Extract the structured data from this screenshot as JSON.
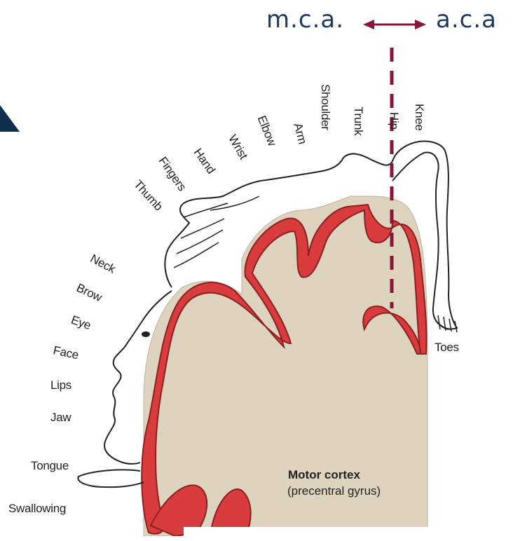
{
  "vessels": {
    "left": "m.c.a.",
    "right": "a.c.a"
  },
  "cortex": {
    "title": "Motor cortex",
    "subtitle": "(precentral gyrus)"
  },
  "body_parts": [
    "Knee",
    "Hip",
    "Trunk",
    "Shoulder",
    "Arm",
    "Elbow",
    "Wrist",
    "Hand",
    "Fingers",
    "Thumb",
    "Neck",
    "Brow",
    "Eye",
    "Face",
    "Lips",
    "Jaw",
    "Tongue",
    "Swallowing",
    "Toes"
  ],
  "colors": {
    "cortex_red": "#d93c3c",
    "white_matter": "#ddd3bf",
    "arrow": "#8a1538",
    "text_blue": "#1d3a5c",
    "triangle": "#0f2f4f"
  }
}
